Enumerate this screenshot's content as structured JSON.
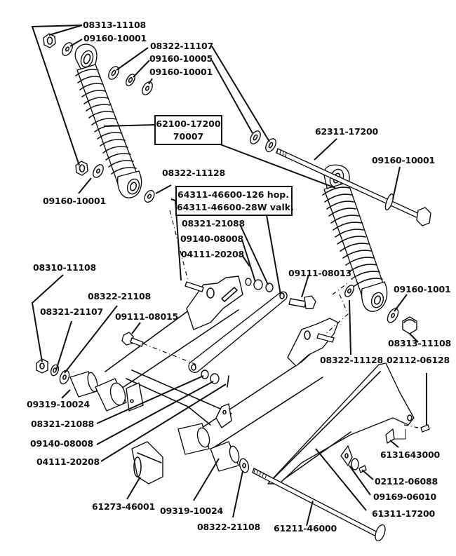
{
  "diagram": {
    "title": "Rear suspension / swingarm exploded parts diagram",
    "labels": [
      {
        "id": "nut-top-left",
        "text": "08313-11108"
      },
      {
        "id": "washer-top-left",
        "text": "09160-10001"
      },
      {
        "id": "washer-08322-11107",
        "text": "08322-11107"
      },
      {
        "id": "washer-09160-10005",
        "text": "09160-10005"
      },
      {
        "id": "washer-09160-10001-b",
        "text": "09160-10001"
      },
      {
        "id": "bolt-62311",
        "text": "62311-17200"
      },
      {
        "id": "washer-right-top",
        "text": "09160-10001"
      },
      {
        "id": "washer-left-lower",
        "text": "09160-10001"
      },
      {
        "id": "washer-08322-11128",
        "text": "08322-11128"
      },
      {
        "id": "nut-08321-21088-top",
        "text": "08321-21088"
      },
      {
        "id": "nut-09140-08008-top",
        "text": "09140-08008"
      },
      {
        "id": "pin-04111-20208-top",
        "text": "04111-20208"
      },
      {
        "id": "bolt-09111-08013",
        "text": "09111-08013"
      },
      {
        "id": "washer-09160-1001",
        "text": "09160-1001"
      },
      {
        "id": "nut-right-lower",
        "text": "08313-11108"
      },
      {
        "id": "washer-08322-11128-b",
        "text": "08322-11128"
      },
      {
        "id": "screw-02112-06128",
        "text": "02112-06128"
      },
      {
        "id": "nut-08310-11108",
        "text": "08310-11108"
      },
      {
        "id": "washer-08322-21108",
        "text": "08322-21108"
      },
      {
        "id": "washer-08321-21107",
        "text": "08321-21107"
      },
      {
        "id": "bolt-09111-08015",
        "text": "09111-08015"
      },
      {
        "id": "bushing-09319-10024-left",
        "text": "09319-10024"
      },
      {
        "id": "washer-08321-21088-low",
        "text": "08321-21088"
      },
      {
        "id": "nut-09140-08008-low",
        "text": "09140-08008"
      },
      {
        "id": "pin-04111-20208-low",
        "text": "04111-20208"
      },
      {
        "id": "clip-61273-46001",
        "text": "61273-46001"
      },
      {
        "id": "bushing-09319-10024-right",
        "text": "09319-10024"
      },
      {
        "id": "washer-08322-21108-low",
        "text": "08322-21108"
      },
      {
        "id": "nut-6131643000",
        "text": "6131643000"
      },
      {
        "id": "screw-02112-06088",
        "text": "02112-06088"
      },
      {
        "id": "washer-09169-06010",
        "text": "09169-06010"
      },
      {
        "id": "chaincase-61311-17200",
        "text": "61311-17200"
      },
      {
        "id": "axle-61211-46000",
        "text": "61211-46000"
      }
    ],
    "boxes": [
      {
        "id": "shock-absorber",
        "lines": [
          "62100-17200",
          "70007"
        ]
      },
      {
        "id": "torque-arm",
        "lines": [
          "64311-46600-126 hop.",
          "64311-46600-28W valk."
        ]
      }
    ]
  }
}
